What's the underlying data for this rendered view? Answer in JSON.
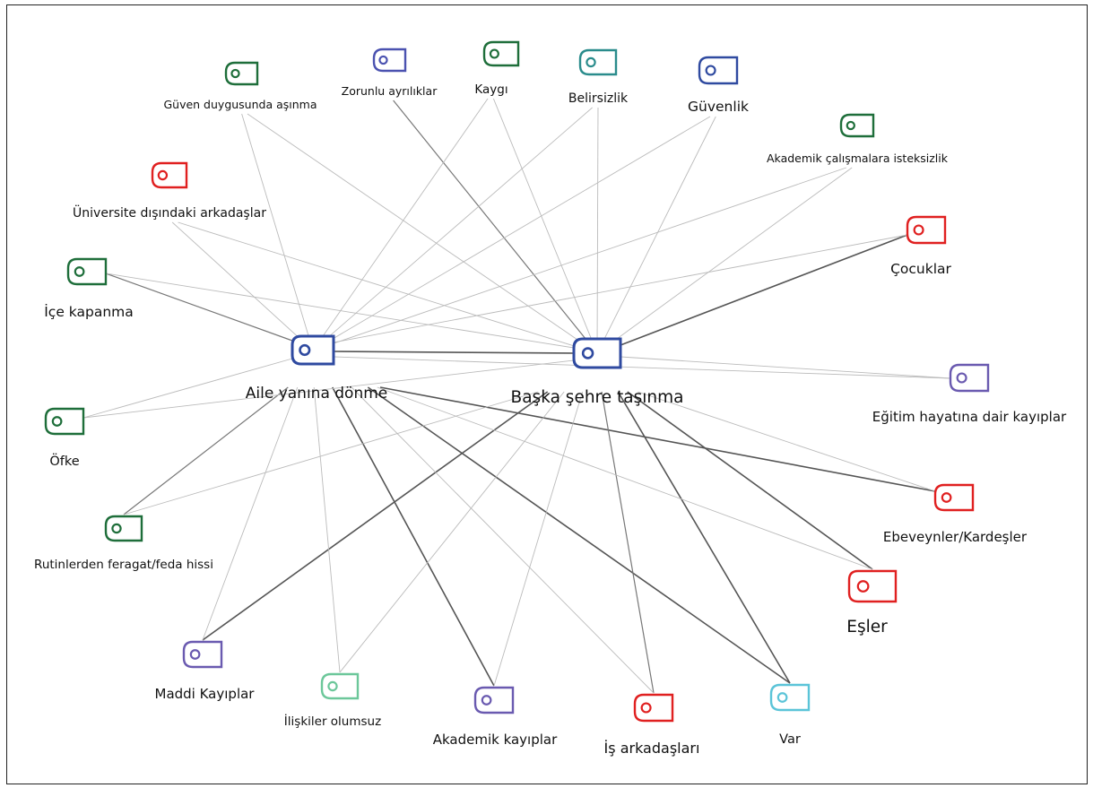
{
  "diagram": {
    "type": "code co-occurrence network",
    "center_nodes": [
      {
        "id": "aile",
        "label": "Aile yanına dönme",
        "color": "#2f4aa0"
      },
      {
        "id": "baska",
        "label": "Başka şehre taşınma",
        "color": "#2f4aa0"
      }
    ],
    "nodes": [
      {
        "id": "guven_asinma",
        "label": "Güven duygusunda aşınma",
        "color": "#1e6e3a"
      },
      {
        "id": "zorunlu",
        "label": "Zorunlu ayrılıklar",
        "color": "#4b52b0"
      },
      {
        "id": "kaygi",
        "label": "Kaygı",
        "color": "#1e6e3a"
      },
      {
        "id": "belirsizlik",
        "label": "Belirsizlik",
        "color": "#2a8c8c"
      },
      {
        "id": "guvenlik",
        "label": "Güvenlik",
        "color": "#2f4aa0"
      },
      {
        "id": "akademik_istek",
        "label": "Akademik çalışmalara isteksizlik",
        "color": "#1e6e3a"
      },
      {
        "id": "universite",
        "label": "Üniversite dışındaki arkadaşlar",
        "color": "#e02020"
      },
      {
        "id": "cocuklar",
        "label": "Çocuklar",
        "color": "#e02020"
      },
      {
        "id": "ice",
        "label": "İçe kapanma",
        "color": "#1e6e3a"
      },
      {
        "id": "egitim",
        "label": "Eğitim hayatına dair kayıplar",
        "color": "#6a5ab0"
      },
      {
        "id": "ofke",
        "label": "Öfke",
        "color": "#1e6e3a"
      },
      {
        "id": "ebeveyn",
        "label": "Ebeveynler/Kardeşler",
        "color": "#e02020"
      },
      {
        "id": "rutin",
        "label": "Rutinlerden feragat/feda hissi",
        "color": "#1e6e3a"
      },
      {
        "id": "esler",
        "label": "Eşler",
        "color": "#e02020"
      },
      {
        "id": "maddi",
        "label": "Maddi Kayıplar",
        "color": "#6a5ab0"
      },
      {
        "id": "iliskiler",
        "label": "İlişkiler olumsuz",
        "color": "#6cc79a"
      },
      {
        "id": "akademik_kayip",
        "label": "Akademik kayıplar",
        "color": "#6a5ab0"
      },
      {
        "id": "is",
        "label": "İş arkadaşları",
        "color": "#e02020"
      },
      {
        "id": "var",
        "label": "Var",
        "color": "#5bc4d8"
      }
    ],
    "edges": [
      {
        "from": "aile",
        "to": "baska",
        "strength": "strong"
      },
      {
        "from": "baska",
        "to": "cocuklar",
        "strength": "strong"
      },
      {
        "from": "aile",
        "to": "ebeveyn",
        "strength": "strong"
      },
      {
        "from": "aile",
        "to": "var",
        "strength": "strong"
      },
      {
        "from": "baska",
        "to": "var",
        "strength": "strong"
      },
      {
        "from": "baska",
        "to": "maddi",
        "strength": "strong"
      },
      {
        "from": "aile",
        "to": "akademik_kayip",
        "strength": "strong"
      },
      {
        "from": "baska",
        "to": "esler",
        "strength": "strong"
      },
      {
        "from": "baska",
        "to": "zorunlu",
        "strength": "medium"
      },
      {
        "from": "aile",
        "to": "ice",
        "strength": "medium"
      },
      {
        "from": "aile",
        "to": "rutin",
        "strength": "medium"
      },
      {
        "from": "baska",
        "to": "is",
        "strength": "medium"
      },
      {
        "from": "aile",
        "to": "guven_asinma",
        "strength": "weak"
      },
      {
        "from": "aile",
        "to": "kaygi",
        "strength": "weak"
      },
      {
        "from": "aile",
        "to": "belirsizlik",
        "strength": "weak"
      },
      {
        "from": "aile",
        "to": "guvenlik",
        "strength": "weak"
      },
      {
        "from": "aile",
        "to": "akademik_istek",
        "strength": "weak"
      },
      {
        "from": "aile",
        "to": "universite",
        "strength": "weak"
      },
      {
        "from": "aile",
        "to": "cocuklar",
        "strength": "weak"
      },
      {
        "from": "aile",
        "to": "egitim",
        "strength": "weak"
      },
      {
        "from": "aile",
        "to": "ofke",
        "strength": "weak"
      },
      {
        "from": "aile",
        "to": "esler",
        "strength": "weak"
      },
      {
        "from": "aile",
        "to": "maddi",
        "strength": "weak"
      },
      {
        "from": "aile",
        "to": "iliskiler",
        "strength": "weak"
      },
      {
        "from": "aile",
        "to": "is",
        "strength": "weak"
      },
      {
        "from": "baska",
        "to": "guven_asinma",
        "strength": "weak"
      },
      {
        "from": "baska",
        "to": "kaygi",
        "strength": "weak"
      },
      {
        "from": "baska",
        "to": "belirsizlik",
        "strength": "weak"
      },
      {
        "from": "baska",
        "to": "guvenlik",
        "strength": "weak"
      },
      {
        "from": "baska",
        "to": "akademik_istek",
        "strength": "weak"
      },
      {
        "from": "baska",
        "to": "universite",
        "strength": "weak"
      },
      {
        "from": "baska",
        "to": "ice",
        "strength": "weak"
      },
      {
        "from": "baska",
        "to": "egitim",
        "strength": "weak"
      },
      {
        "from": "baska",
        "to": "ofke",
        "strength": "weak"
      },
      {
        "from": "baska",
        "to": "ebeveyn",
        "strength": "weak"
      },
      {
        "from": "baska",
        "to": "rutin",
        "strength": "weak"
      },
      {
        "from": "baska",
        "to": "iliskiler",
        "strength": "weak"
      },
      {
        "from": "baska",
        "to": "akademik_kayip",
        "strength": "weak"
      }
    ]
  }
}
